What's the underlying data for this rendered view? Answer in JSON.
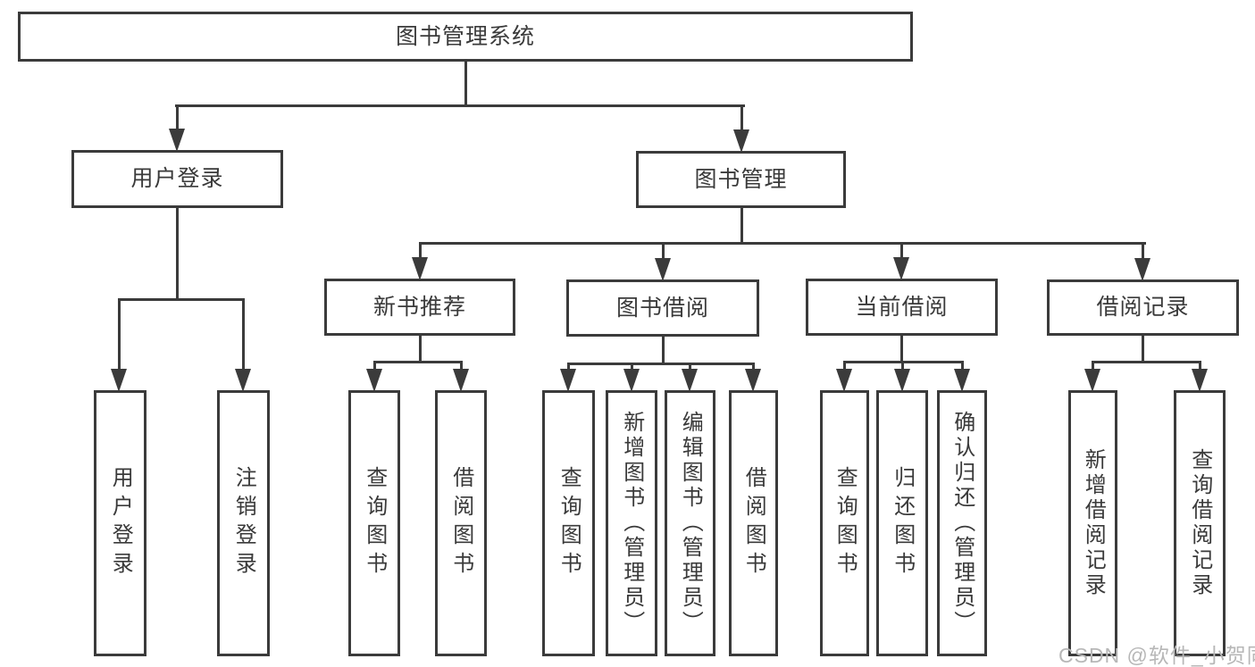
{
  "diagram": {
    "type": "tree",
    "title": "图书管理系统",
    "nodes": [
      {
        "id": "root",
        "label": "图书管理系统",
        "parent": null
      },
      {
        "id": "user-login",
        "label": "用户登录",
        "parent": "root"
      },
      {
        "id": "book-mgmt",
        "label": "图书管理",
        "parent": "root"
      },
      {
        "id": "new-book-rec",
        "label": "新书推荐",
        "parent": "book-mgmt"
      },
      {
        "id": "book-borrow",
        "label": "图书借阅",
        "parent": "book-mgmt"
      },
      {
        "id": "current-borrow",
        "label": "当前借阅",
        "parent": "book-mgmt"
      },
      {
        "id": "borrow-record",
        "label": "借阅记录",
        "parent": "book-mgmt"
      },
      {
        "id": "user-login-leaf",
        "label": "用户登录",
        "parent": "user-login"
      },
      {
        "id": "logout-leaf",
        "label": "注销登录",
        "parent": "user-login"
      },
      {
        "id": "query-book-newrec",
        "label": "查询图书",
        "parent": "new-book-rec"
      },
      {
        "id": "borrow-book-newrec",
        "label": "借阅图书",
        "parent": "new-book-rec"
      },
      {
        "id": "query-book-borrow",
        "label": "查询图书",
        "parent": "book-borrow"
      },
      {
        "id": "add-book-admin",
        "label": "新增图书（管理员）",
        "parent": "book-borrow"
      },
      {
        "id": "edit-book-admin",
        "label": "编辑图书（管理员）",
        "parent": "book-borrow"
      },
      {
        "id": "borrow-book-leaf",
        "label": "借阅图书",
        "parent": "book-borrow"
      },
      {
        "id": "query-book-current",
        "label": "查询图书",
        "parent": "current-borrow"
      },
      {
        "id": "return-book",
        "label": "归还图书",
        "parent": "current-borrow"
      },
      {
        "id": "confirm-return-admin",
        "label": "确认归还（管理员）",
        "parent": "current-borrow"
      },
      {
        "id": "add-borrow-record",
        "label": "新增借阅记录",
        "parent": "borrow-record"
      },
      {
        "id": "query-borrow-record",
        "label": "查询借阅记录",
        "parent": "borrow-record"
      }
    ]
  },
  "watermark": {
    "text": "CSDN @软件_小贺同学"
  },
  "colors": {
    "line": "#3b3b3b",
    "text": "#3a3a3a",
    "box_fill": "#ffffff",
    "background": "#ffffff",
    "watermark": "#b7b7b7"
  }
}
